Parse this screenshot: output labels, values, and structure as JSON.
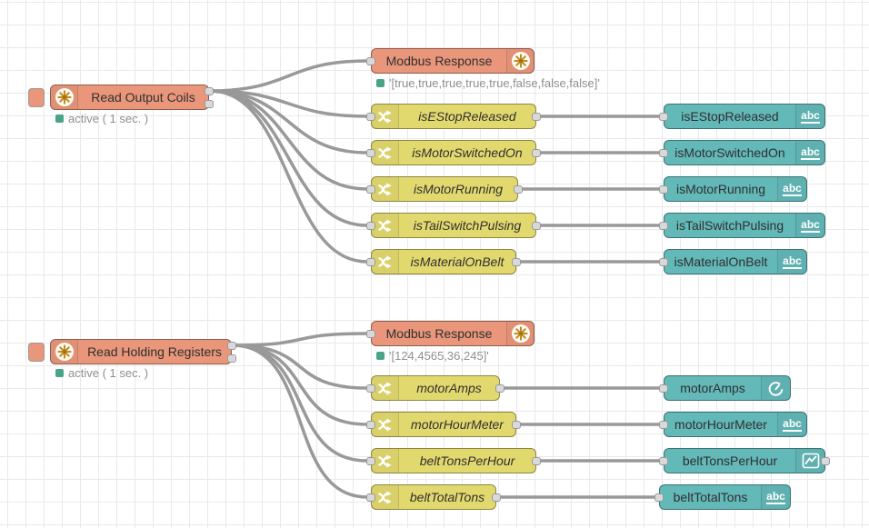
{
  "palette": {
    "modbus_node_color": "#E9967A",
    "change_node_color": "#E2D96E",
    "dashboard_node_color": "#63B8B8",
    "wire_color": "#999999",
    "status_ok_color": "#4BA38A",
    "grid_color": "#e9e9e9"
  },
  "icons": {
    "abc_label": "abc"
  },
  "nodes": {
    "read_output_coils": {
      "label": "Read Output Coils",
      "status": "active ( 1 sec. )"
    },
    "read_holding_registers": {
      "label": "Read Holding Registers",
      "status": "active ( 1 sec. )"
    },
    "modbus_response_coils": {
      "label": "Modbus Response",
      "status": "'[true,true,true,true,true,false,false,false]'"
    },
    "modbus_response_registers": {
      "label": "Modbus Response",
      "status": "'[124,4565,36,245]'"
    },
    "change_coils": [
      "isEStopReleased",
      "isMotorSwitchedOn",
      "isMotorRunning",
      "isTailSwitchPulsing",
      "isMaterialOnBelt"
    ],
    "change_registers": [
      "motorAmps",
      "motorHourMeter",
      "beltTonsPerHour",
      "beltTotalTons"
    ],
    "ui_coils": [
      "isEStopReleased",
      "isMotorSwitchedOn",
      "isMotorRunning",
      "isTailSwitchPulsing",
      "isMaterialOnBelt"
    ],
    "ui_registers": [
      "motorAmps",
      "motorHourMeter",
      "beltTonsPerHour",
      "beltTotalTons"
    ]
  }
}
